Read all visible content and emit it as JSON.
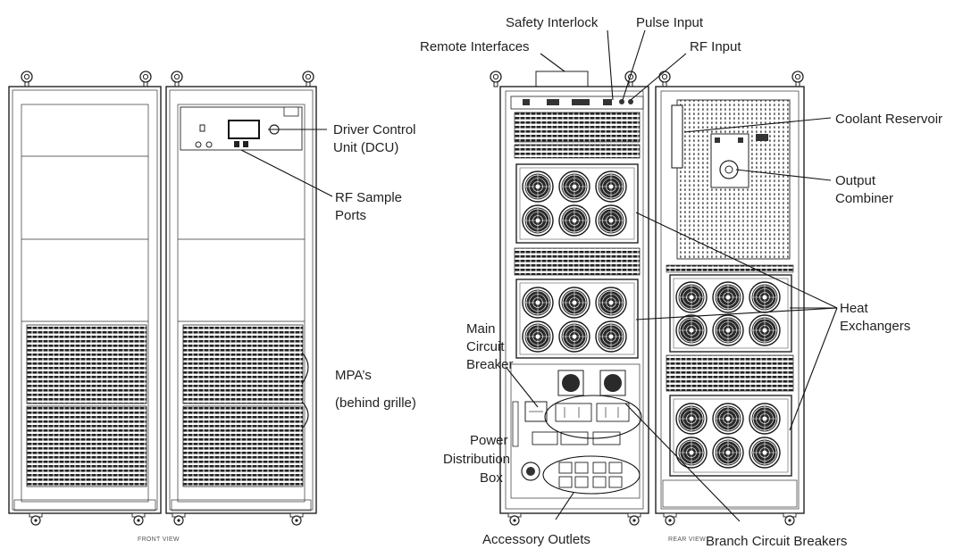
{
  "labels": {
    "safety_interlock": "Safety Interlock",
    "pulse_input": "Pulse Input",
    "remote_interfaces": "Remote Interfaces",
    "rf_input": "RF Input",
    "driver_control_1": "Driver Control",
    "driver_control_2": "Unit (DCU)",
    "rf_sample_1": "RF Sample",
    "rf_sample_2": "Ports",
    "coolant_reservoir": "Coolant Reservoir",
    "output_combiner_1": "Output",
    "output_combiner_2": "Combiner",
    "heat_exchangers_1": "Heat",
    "heat_exchangers_2": "Exchangers",
    "main_cb_1": "Main",
    "main_cb_2": "Circuit",
    "main_cb_3": "Breaker",
    "mpa_1": "MPA’s",
    "mpa_2": "(behind grille)",
    "pdb_1": "Power",
    "pdb_2": "Distribution",
    "pdb_3": "Box",
    "accessory_outlets": "Accessory Outlets",
    "branch_cb": "Branch Circuit Breakers",
    "front_view": "FRONT VIEW",
    "rear_view": "REAR VIEW"
  },
  "colors": {
    "line": "#111111",
    "grille": "#222222",
    "fan": "#1a1a1a",
    "text": "#222222"
  },
  "icons": [
    "lifting-eye-icon",
    "fan-icon",
    "caster-wheel-icon",
    "outlet-icon"
  ]
}
